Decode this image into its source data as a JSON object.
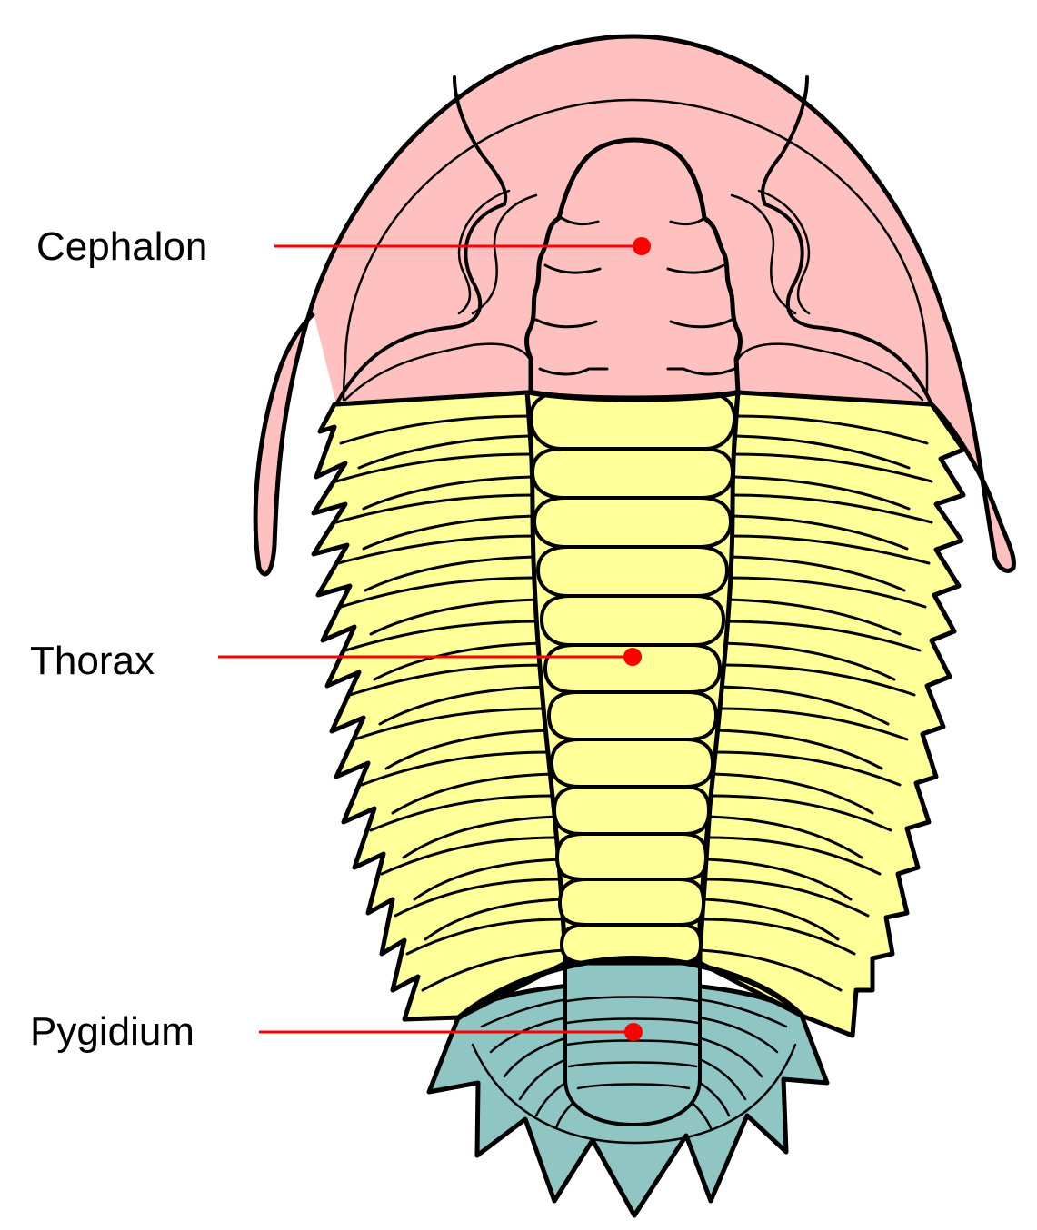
{
  "labels": {
    "cephalon": "Cephalon",
    "thorax": "Thorax",
    "pygidium": "Pygidium"
  },
  "colors": {
    "cephalon_fill": "#FFC0C0",
    "thorax_fill": "#FFFF99",
    "pygidium_fill": "#8FC6C3",
    "outline": "#000000",
    "leader": "#FF0000"
  }
}
